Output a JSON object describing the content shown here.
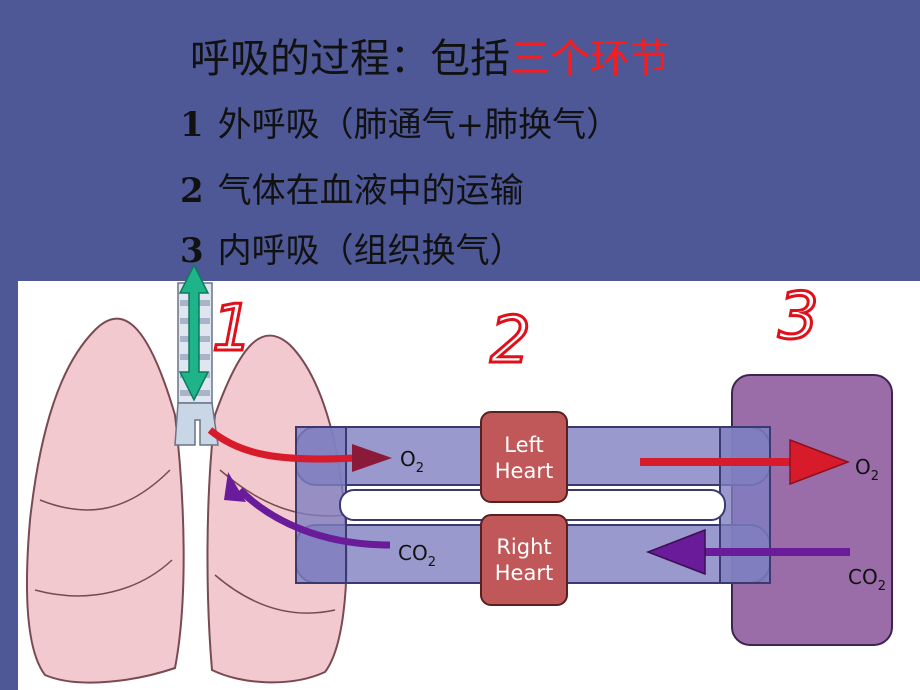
{
  "slide": {
    "title_main": "呼吸的过程：包括",
    "title_highlight": "三个环节",
    "items": [
      {
        "num": "1",
        "text": "外呼吸（肺通气+肺换气）"
      },
      {
        "num": "2",
        "text": "气体在血液中的运输"
      },
      {
        "num": "3",
        "text": "内呼吸（组织换气）"
      }
    ]
  },
  "diagram": {
    "stage_marks": [
      "1",
      "2",
      "3"
    ],
    "left_heart": [
      "Left",
      "Heart"
    ],
    "right_heart": [
      "Right",
      "Heart"
    ],
    "o2_left": "O",
    "o2_right": "O",
    "co2_left": "CO",
    "co2_right": "CO",
    "subscript": "2"
  },
  "colors": {
    "background": "#4e5896",
    "highlight": "#ff1a1a",
    "lung": "#f2c9cf",
    "tube": "#8e8ec8",
    "tissue": "#9a6ca8",
    "heart": "#c0585a",
    "o2_arrow": "#d81b2a",
    "co2_arrow": "#6a1b9a",
    "airway_arrow": "#1fb38a"
  }
}
